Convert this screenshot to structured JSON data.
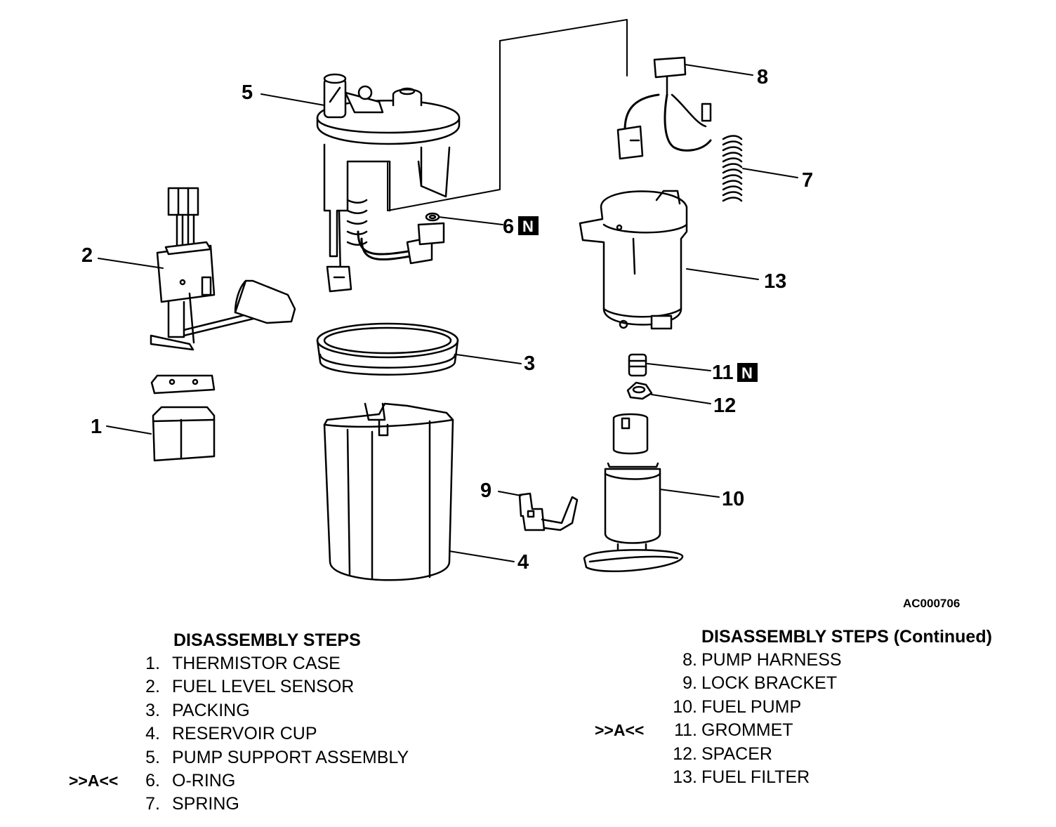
{
  "figure_code": "AC000706",
  "callouts": {
    "c1": "1",
    "c2": "2",
    "c3": "3",
    "c4": "4",
    "c5": "5",
    "c6": "6",
    "c7": "7",
    "c8": "8",
    "c9": "9",
    "c10": "10",
    "c11": "11",
    "c12": "12",
    "c13": "13",
    "badge": "N"
  },
  "steps_left": {
    "title": "DISASSEMBLY STEPS",
    "items": [
      {
        "mark": "",
        "num": "1.",
        "label": "THERMISTOR CASE"
      },
      {
        "mark": "",
        "num": "2.",
        "label": "FUEL LEVEL SENSOR"
      },
      {
        "mark": "",
        "num": "3.",
        "label": "PACKING"
      },
      {
        "mark": "",
        "num": "4.",
        "label": "RESERVOIR CUP"
      },
      {
        "mark": "",
        "num": "5.",
        "label": "PUMP SUPPORT ASSEMBLY"
      },
      {
        "mark": ">>A<<",
        "num": "6.",
        "label": "O-RING"
      },
      {
        "mark": "",
        "num": "7.",
        "label": "SPRING"
      }
    ]
  },
  "steps_right": {
    "title": "DISASSEMBLY STEPS (Continued)",
    "items": [
      {
        "mark": "",
        "num": "8.",
        "label": "PUMP HARNESS"
      },
      {
        "mark": "",
        "num": "9.",
        "label": "LOCK BRACKET"
      },
      {
        "mark": "",
        "num": "10.",
        "label": "FUEL PUMP"
      },
      {
        "mark": ">>A<<",
        "num": "11.",
        "label": "GROMMET"
      },
      {
        "mark": "",
        "num": "12.",
        "label": "SPACER"
      },
      {
        "mark": "",
        "num": "13.",
        "label": "FUEL FILTER"
      }
    ]
  }
}
